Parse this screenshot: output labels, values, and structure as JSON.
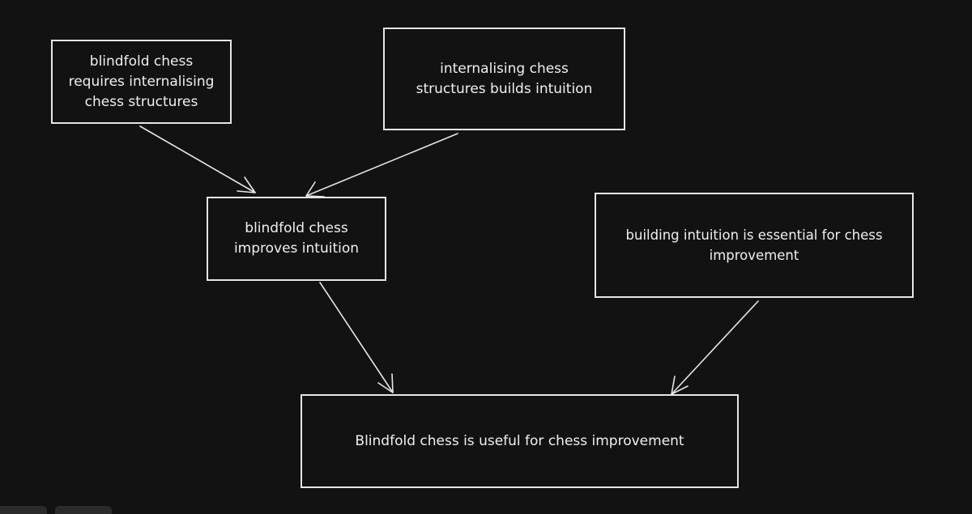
{
  "diagram": {
    "nodes": [
      {
        "id": "n1",
        "text": "blindfold chess\nrequires internalising\nchess structures"
      },
      {
        "id": "n2",
        "text": "internalising chess\nstructures builds intuition"
      },
      {
        "id": "n3",
        "text": "blindfold chess\nimproves intuition"
      },
      {
        "id": "n4",
        "text": "building intuition is essential for chess\nimprovement"
      },
      {
        "id": "n5",
        "text": "Blindfold chess is useful for chess improvement"
      }
    ],
    "edges": [
      {
        "from": "n1",
        "to": "n3"
      },
      {
        "from": "n2",
        "to": "n3"
      },
      {
        "from": "n3",
        "to": "n5"
      },
      {
        "from": "n4",
        "to": "n5"
      }
    ]
  },
  "colors": {
    "background": "#121212",
    "stroke": "#e6e6e6",
    "text": "#f0f0f0"
  }
}
